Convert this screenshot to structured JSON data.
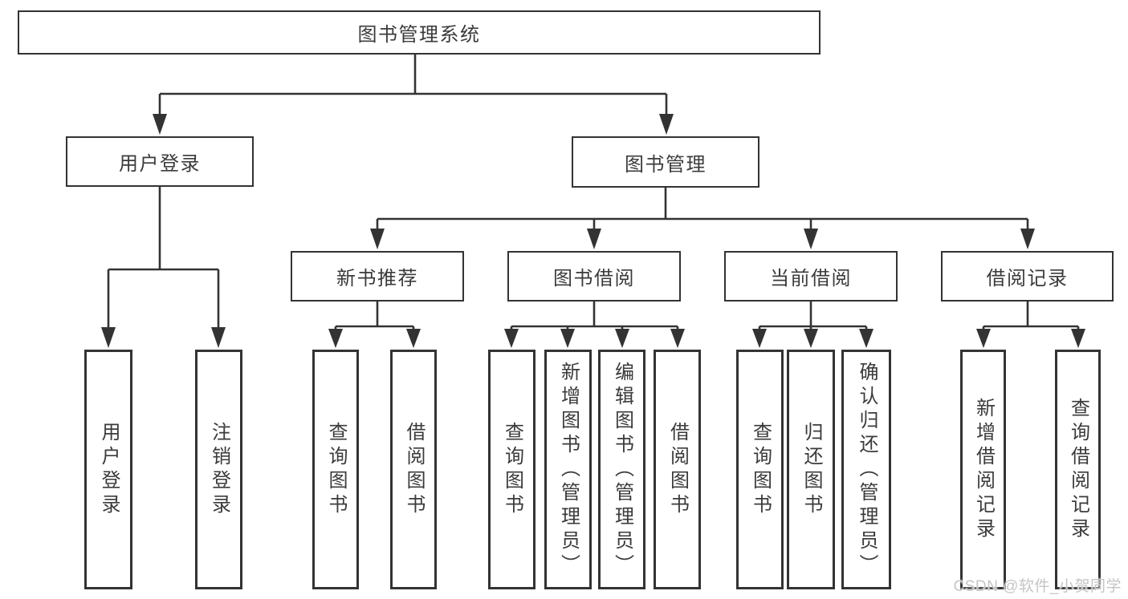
{
  "diagram": {
    "root": {
      "label": "图书管理系统"
    },
    "branches": [
      {
        "label": "用户登录",
        "children": [
          {
            "label": "用户登录"
          },
          {
            "label": "注销登录"
          }
        ]
      },
      {
        "label": "图书管理",
        "children": [
          {
            "label": "新书推荐",
            "children": [
              {
                "label": "查询图书"
              },
              {
                "label": "借阅图书"
              }
            ]
          },
          {
            "label": "图书借阅",
            "children": [
              {
                "label": "查询图书"
              },
              {
                "label": "新增图书（管理员）"
              },
              {
                "label": "编辑图书（管理员）"
              },
              {
                "label": "借阅图书"
              }
            ]
          },
          {
            "label": "当前借阅",
            "children": [
              {
                "label": "查询图书"
              },
              {
                "label": "归还图书"
              },
              {
                "label": "确认归还（管理员）"
              }
            ]
          },
          {
            "label": "借阅记录",
            "children": [
              {
                "label": "新增借阅记录"
              },
              {
                "label": "查询借阅记录"
              }
            ]
          }
        ]
      }
    ]
  },
  "watermark": "CSDN @软件_小贺同学",
  "colors": {
    "line": "#333333",
    "text": "#3b3b3b",
    "watermark": "#c5c5c5",
    "background": "#ffffff"
  }
}
